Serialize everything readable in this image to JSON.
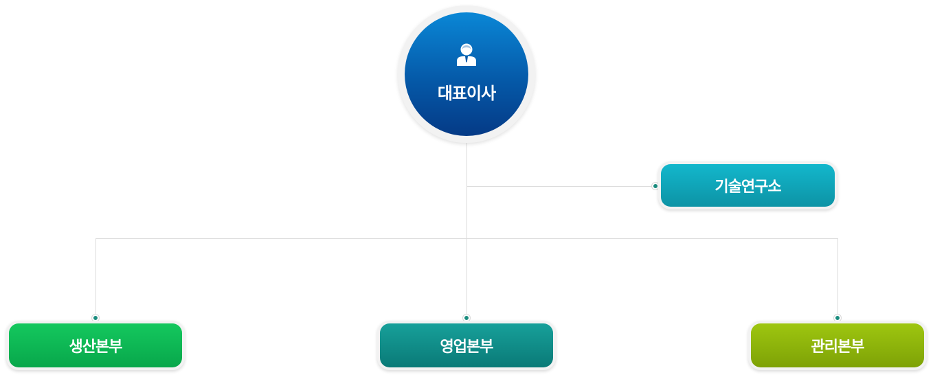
{
  "chart": {
    "ceo": {
      "label": "대표이사",
      "icon": "person-icon"
    },
    "rnd": {
      "label": "기술연구소"
    },
    "divisions": [
      {
        "label": "생산본부"
      },
      {
        "label": "영업본부"
      },
      {
        "label": "관리본부"
      }
    ]
  },
  "colors": {
    "ceo": "#0559a8",
    "rnd": "#0d93a5",
    "production": "#08a74b",
    "sales": "#0a7a77",
    "management": "#7ea206",
    "connector": "#dcdcdc",
    "dot": "#1a8c7e"
  }
}
